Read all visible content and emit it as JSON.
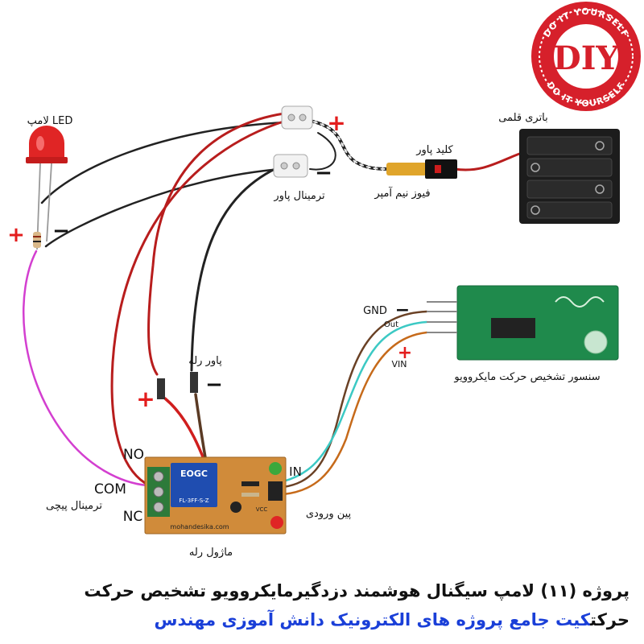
{
  "badge": {
    "center_text": "DIY",
    "ring_text": "DO IT YOURSELF",
    "color": "#d6202b"
  },
  "labels": {
    "lamp": "لامپ LED",
    "battery": "باتری قلمی",
    "power_switch": "کلید پاور",
    "fuse": "فیوز نیم آمپر",
    "power_terminal": "ترمینال پاور",
    "relay_power": "پاور رله",
    "sensor": "سنسور تشخیص  حرکت مایکروویو",
    "input_pins": "پین ورودی",
    "screw_terminal": "ترمینال پیچی",
    "relay_module": "ماژول رله",
    "no": "NO",
    "com": "COM",
    "nc": "NC",
    "in": "IN",
    "gnd": "GND",
    "out": "Out",
    "vin": "VIN",
    "plus": "+",
    "minus": "−"
  },
  "pcb_text": {
    "relay_brand": "EOGC",
    "relay_model": "FL-3FF-S-Z",
    "website": "mohandesika.com",
    "vcc": "VCC"
  },
  "caption": {
    "line1": "پروژه (۱۱) لامپ سیگنال هوشمند دزدگیرمایکروویو تشخیص حرکت",
    "line2_blue": "کیت جامع پروژه های الکترونیک دانش آموزی مهندس",
    "line2_black": "حرکت"
  },
  "colors": {
    "wire_red": "#b81d1d",
    "wire_brown": "#5a3a24",
    "wire_black": "#222222",
    "wire_magenta": "#d33fd0",
    "wire_cyan": "#3cc9c4",
    "wire_orange": "#c66a1a",
    "pcb_relay": "#d08b3a",
    "pcb_sensor": "#1f8a4c",
    "caption_blue": "#1a3fd8",
    "plus_red": "#e31d1d"
  }
}
